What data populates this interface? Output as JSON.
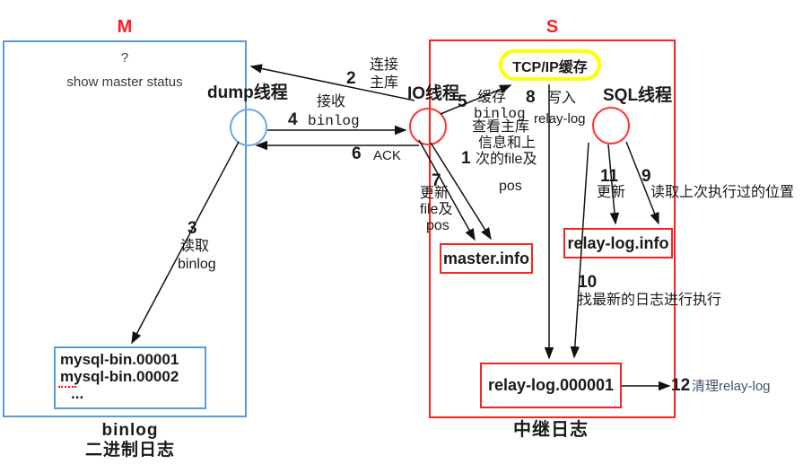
{
  "colors": {
    "master_border": "#5b9bd5",
    "slave_border": "#ff2020",
    "tcpip_border": "#ffff00",
    "title_red": "#ff1f1f",
    "cleanup_text": "#44546A",
    "line_color": "#111111"
  },
  "master": {
    "title": "M",
    "query_hint": "?",
    "status_cmd": "show master status",
    "dump_thread_label": "dump线程",
    "binlog_box": {
      "file1": "mysql-bin.00001",
      "file2": "mysql-bin.00002",
      "more": "..."
    },
    "caption_en": "binlog",
    "caption_cn": "二进制日志"
  },
  "slave": {
    "title": "S",
    "tcpip_label": "TCP/IP缓存",
    "io_thread_label": "IO线程",
    "sql_thread_label": "SQL线程",
    "master_info_label": "master.info",
    "relay_info_label": "relay-log.info",
    "relay_file_label": "relay-log.000001",
    "caption": "中继日志"
  },
  "steps": {
    "s1": {
      "num": "1"
    },
    "io_reads": {
      "l1": "查看主库",
      "l2": "信息和上",
      "l3": "次的file及",
      "l4": "pos"
    },
    "s2": {
      "num": "2",
      "l1": "连接",
      "l2": "主库"
    },
    "s3": {
      "num": "3",
      "l1": "读取",
      "l2": "binlog"
    },
    "s4": {
      "num": "4",
      "pre": "接收",
      "label": "binlog"
    },
    "s5": {
      "num": "5",
      "pre": "缓存",
      "label": "binlog"
    },
    "s6": {
      "num": "6",
      "label": "ACK"
    },
    "s7": {
      "num": "7",
      "l1": "更新",
      "l2": "file及",
      "l3": "pos"
    },
    "s8": {
      "num": "8",
      "l1": "写入",
      "l2": "relay-log"
    },
    "s9": {
      "num": "9",
      "label": "读取上次执行过的位置"
    },
    "s10": {
      "num": "10",
      "label": "找最新的日志进行执行"
    },
    "s11": {
      "num": "11",
      "label": "更新"
    },
    "s12": {
      "num": "12",
      "label": "清理relay-log"
    }
  }
}
